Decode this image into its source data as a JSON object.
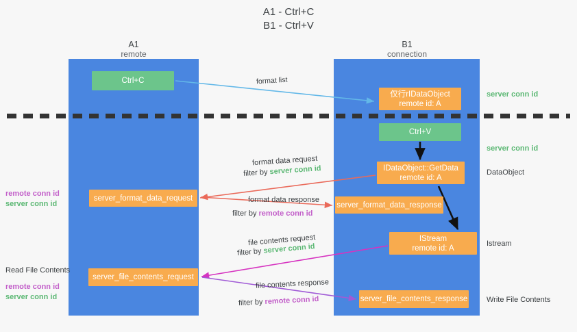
{
  "title": {
    "line1": "A1 - Ctrl+C",
    "line2": "B1 - Ctrl+V"
  },
  "columns": [
    {
      "name": "A1",
      "sub": "remote"
    },
    {
      "name": "B1",
      "sub": "connection"
    }
  ],
  "colors": {
    "lane": "#4a86e0",
    "green_node": "#6cc58b",
    "orange_node": "#f8ab4e",
    "server_conn_id": "#5cb874",
    "remote_conn_id": "#c25ec9",
    "arrow_blue": "#63b8e8",
    "arrow_red": "#ea6a5a",
    "arrow_magenta": "#d633c0",
    "arrow_purple": "#a05ad6",
    "arrow_black": "#111111",
    "background": "#f7f7f7"
  },
  "nodes": {
    "ctrl_c": {
      "label": "Ctrl+C"
    },
    "idataobject": {
      "line1": "仅行rIDataObject",
      "line2": "remote id: A"
    },
    "ctrl_v": {
      "label": "Ctrl+V"
    },
    "getdata": {
      "line1": "IDataObject::GetData",
      "line2": "remote id: A"
    },
    "istream": {
      "line1": "IStream",
      "line2": "remote id: A"
    },
    "format_data_request": {
      "label": "server_format_data_request"
    },
    "format_data_response": {
      "label": "server_format_data_response"
    },
    "file_contents_request": {
      "label": "server_file_contents_request"
    },
    "file_contents_response": {
      "label": "server_file_contents_response"
    }
  },
  "edge_labels": {
    "format_list": "format list",
    "format_data_request": "format data request",
    "format_data_request_filter_prefix": "filter by ",
    "format_data_request_filter_key": "server conn id",
    "format_data_response": "format data response",
    "format_data_response_filter_prefix": "filter by ",
    "format_data_response_filter_key": "remote conn id",
    "file_contents_request": "file contents request",
    "file_contents_request_filter_prefix": "filter by ",
    "file_contents_request_filter_key": "server conn id",
    "file_contents_response": "file contents response",
    "file_contents_response_filter_prefix": "filter by ",
    "file_contents_response_filter_key": "remote conn id"
  },
  "annotations": {
    "left": {
      "remote_conn_id": "remote conn id",
      "server_conn_id": "server conn id",
      "read_file_contents": "Read File Contents",
      "remote_conn_id_2": "remote conn id",
      "server_conn_id_2": "server conn id"
    },
    "right": {
      "server_conn_id_top": "server conn id",
      "server_conn_id_mid": "server conn id",
      "dataobject": "DataObject",
      "istream": "Istream",
      "write_file_contents": "Write File Contents"
    }
  }
}
